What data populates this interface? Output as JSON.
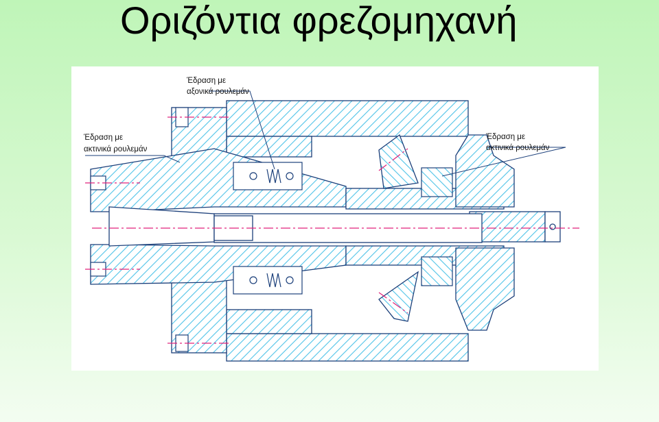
{
  "title": "Οριζόντια φρεζομηχανή",
  "labels": {
    "axial_bearing": [
      "Έδραση με",
      "αξονικά ρουλεμάν"
    ],
    "radial_bearing_left": [
      "Έδραση με",
      "ακτινικά ρουλεμάν"
    ],
    "radial_bearing_right": [
      "Έδραση με",
      "ακτινικά ρουλεμάν"
    ]
  },
  "colors": {
    "hatch": "#4fc3e8",
    "outline": "#1b3f7a",
    "centerline": "#e0207a",
    "background_top": "#bff5b8",
    "panel": "#ffffff"
  }
}
